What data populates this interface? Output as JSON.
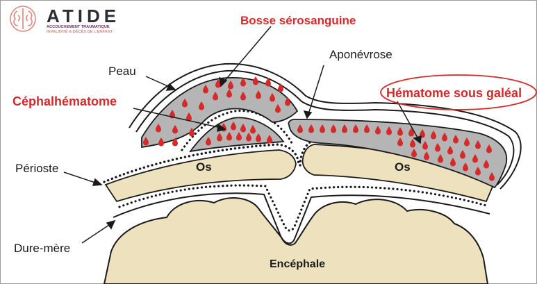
{
  "logo": {
    "title": "ATIDE",
    "subtitle_line1": "ACCOUCHEMENT TRAUMATIQUE",
    "subtitle_line2": "INVALIDITÉ & DÉCÈS DE L'ENFANT"
  },
  "labels": {
    "bosse": "Bosse sérosanguine",
    "aponevrose": "Aponévrose",
    "peau": "Peau",
    "cephalhematome": "Céphalhématome",
    "hematome_galeal": "Hématome sous galéal",
    "periosteum": "Périoste",
    "os_left": "Os",
    "os_right": "Os",
    "dure_mere": "Dure-mère",
    "encephale": "Encéphale"
  },
  "colors": {
    "accent_red": "#d42a2a",
    "bone": "#ede2bd",
    "fluid": "#b5b5b5",
    "line": "#1a1a1a"
  }
}
